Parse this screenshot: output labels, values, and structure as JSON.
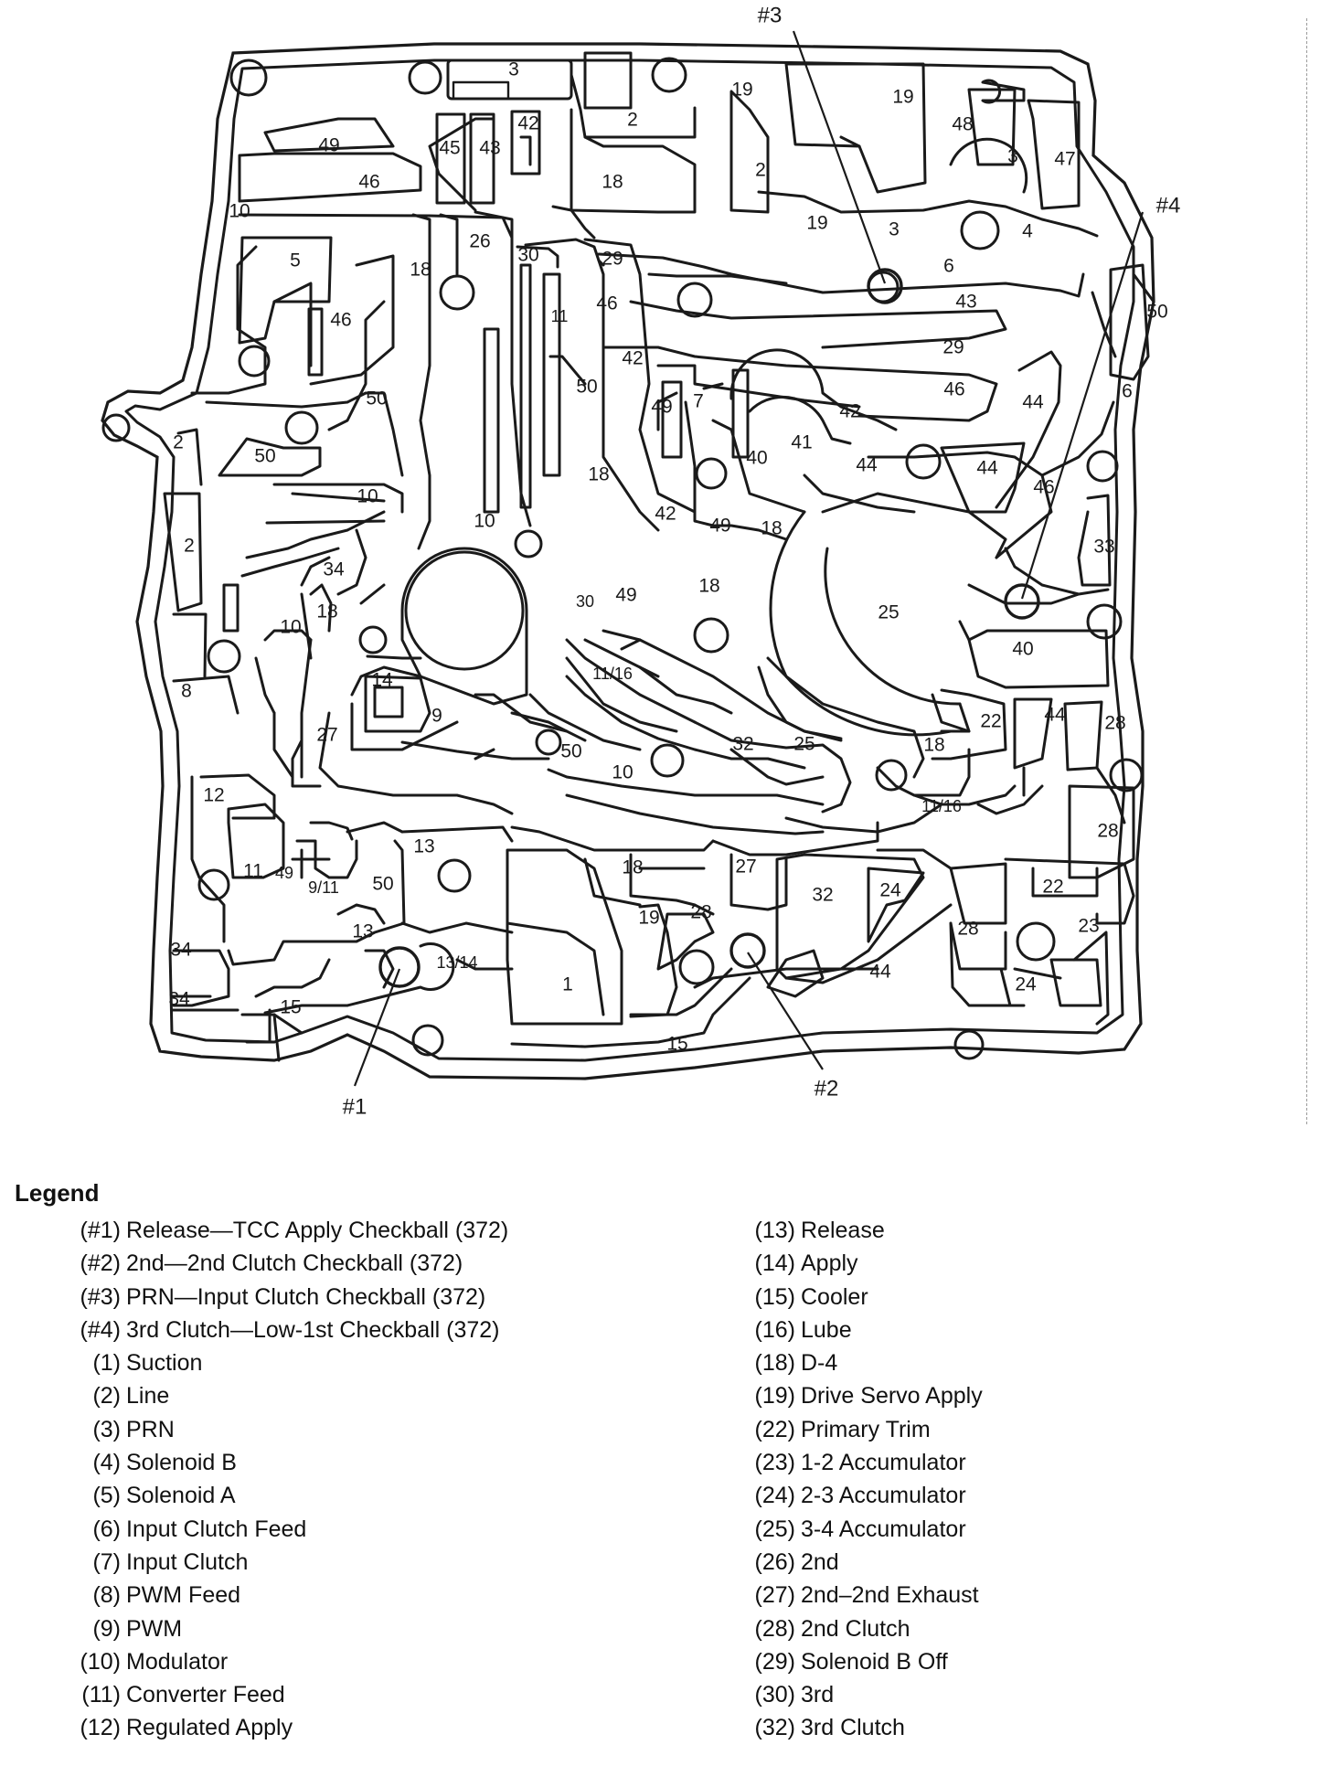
{
  "diagram": {
    "checkballs": [
      {
        "id": "cb1",
        "label": "#1"
      },
      {
        "id": "cb2",
        "label": "#2"
      },
      {
        "id": "cb3",
        "label": "#3"
      },
      {
        "id": "cb4",
        "label": "#4"
      }
    ],
    "passages": [
      {
        "id": "p1",
        "text": "3"
      },
      {
        "id": "p2",
        "text": "2"
      },
      {
        "id": "p3",
        "text": "19"
      },
      {
        "id": "p4",
        "text": "19"
      },
      {
        "id": "p5",
        "text": "48"
      },
      {
        "id": "p6",
        "text": "3"
      },
      {
        "id": "p7",
        "text": "47"
      },
      {
        "id": "p8",
        "text": "49"
      },
      {
        "id": "p9",
        "text": "45"
      },
      {
        "id": "p10",
        "text": "43"
      },
      {
        "id": "p11",
        "text": "42"
      },
      {
        "id": "p12",
        "text": "2"
      },
      {
        "id": "p13",
        "text": "46"
      },
      {
        "id": "p14",
        "text": "18"
      },
      {
        "id": "p15",
        "text": "10"
      },
      {
        "id": "p16",
        "text": "19"
      },
      {
        "id": "p17",
        "text": "3"
      },
      {
        "id": "p18",
        "text": "4"
      },
      {
        "id": "p19",
        "text": "5"
      },
      {
        "id": "p20",
        "text": "18"
      },
      {
        "id": "p21",
        "text": "26"
      },
      {
        "id": "p22",
        "text": "30"
      },
      {
        "id": "p23",
        "text": "29"
      },
      {
        "id": "p24",
        "text": "6"
      },
      {
        "id": "p25",
        "text": "43"
      },
      {
        "id": "p26",
        "text": "50"
      },
      {
        "id": "p27",
        "text": "46"
      },
      {
        "id": "p28",
        "text": "11"
      },
      {
        "id": "p29",
        "text": "46"
      },
      {
        "id": "p30",
        "text": "29"
      },
      {
        "id": "p31",
        "text": "42"
      },
      {
        "id": "p32",
        "text": "46"
      },
      {
        "id": "p33",
        "text": "6"
      },
      {
        "id": "p34",
        "text": "50"
      },
      {
        "id": "p35",
        "text": "50"
      },
      {
        "id": "p36",
        "text": "49"
      },
      {
        "id": "p37",
        "text": "7"
      },
      {
        "id": "p38",
        "text": "42"
      },
      {
        "id": "p39",
        "text": "44"
      },
      {
        "id": "p40",
        "text": "2"
      },
      {
        "id": "p41",
        "text": "50"
      },
      {
        "id": "p42",
        "text": "41"
      },
      {
        "id": "p43",
        "text": "40"
      },
      {
        "id": "p44",
        "text": "44"
      },
      {
        "id": "p45",
        "text": "44"
      },
      {
        "id": "p46",
        "text": "18"
      },
      {
        "id": "p47",
        "text": "46"
      },
      {
        "id": "p48",
        "text": "10"
      },
      {
        "id": "p49",
        "text": "42"
      },
      {
        "id": "p50",
        "text": "49"
      },
      {
        "id": "p51",
        "text": "18"
      },
      {
        "id": "p52",
        "text": "2"
      },
      {
        "id": "p53",
        "text": "10"
      },
      {
        "id": "p54",
        "text": "34"
      },
      {
        "id": "p55",
        "text": "33"
      },
      {
        "id": "p56",
        "text": "18"
      },
      {
        "id": "p57",
        "text": "30"
      },
      {
        "id": "p58",
        "text": "49"
      },
      {
        "id": "p59",
        "text": "25"
      },
      {
        "id": "p60",
        "text": "10"
      },
      {
        "id": "p61",
        "text": "18"
      },
      {
        "id": "p62",
        "text": "40"
      },
      {
        "id": "p63",
        "text": "8"
      },
      {
        "id": "p64",
        "text": "14"
      },
      {
        "id": "p65",
        "text": "11/16"
      },
      {
        "id": "p66",
        "text": "9"
      },
      {
        "id": "p67",
        "text": "27"
      },
      {
        "id": "p68",
        "text": "22"
      },
      {
        "id": "p69",
        "text": "44"
      },
      {
        "id": "p70",
        "text": "28"
      },
      {
        "id": "p71",
        "text": "32"
      },
      {
        "id": "p72",
        "text": "25"
      },
      {
        "id": "p73",
        "text": "18"
      },
      {
        "id": "p74",
        "text": "50"
      },
      {
        "id": "p75",
        "text": "10"
      },
      {
        "id": "p76",
        "text": "11/16"
      },
      {
        "id": "p77",
        "text": "12"
      },
      {
        "id": "p78",
        "text": "28"
      },
      {
        "id": "p79",
        "text": "13"
      },
      {
        "id": "p80",
        "text": "11"
      },
      {
        "id": "p81",
        "text": "49"
      },
      {
        "id": "p82",
        "text": "9/11"
      },
      {
        "id": "p83",
        "text": "50"
      },
      {
        "id": "p84",
        "text": "18"
      },
      {
        "id": "p85",
        "text": "27"
      },
      {
        "id": "p86",
        "text": "32"
      },
      {
        "id": "p87",
        "text": "24"
      },
      {
        "id": "p88",
        "text": "22"
      },
      {
        "id": "p89",
        "text": "13"
      },
      {
        "id": "p90",
        "text": "19"
      },
      {
        "id": "p91",
        "text": "28"
      },
      {
        "id": "p92",
        "text": "28"
      },
      {
        "id": "p93",
        "text": "23"
      },
      {
        "id": "p94",
        "text": "34"
      },
      {
        "id": "p95",
        "text": "13/14"
      },
      {
        "id": "p96",
        "text": "1"
      },
      {
        "id": "p97",
        "text": "44"
      },
      {
        "id": "p98",
        "text": "34"
      },
      {
        "id": "p99",
        "text": "24"
      },
      {
        "id": "p100",
        "text": "15"
      },
      {
        "id": "p101",
        "text": "15"
      }
    ]
  },
  "legend": {
    "title": "Legend",
    "left": [
      {
        "key": "(#1)",
        "text": "Release—TCC Apply Checkball (372)"
      },
      {
        "key": "(#2)",
        "text": "2nd—2nd Clutch Checkball (372)"
      },
      {
        "key": "(#3)",
        "text": "PRN—Input Clutch Checkball (372)"
      },
      {
        "key": "(#4)",
        "text": "3rd Clutch—Low-1st Checkball (372)"
      },
      {
        "key": "(1)",
        "text": "Suction"
      },
      {
        "key": "(2)",
        "text": "Line"
      },
      {
        "key": "(3)",
        "text": "PRN"
      },
      {
        "key": "(4)",
        "text": "Solenoid B"
      },
      {
        "key": "(5)",
        "text": "Solenoid A"
      },
      {
        "key": "(6)",
        "text": "Input Clutch Feed"
      },
      {
        "key": "(7)",
        "text": "Input Clutch"
      },
      {
        "key": "(8)",
        "text": "PWM Feed"
      },
      {
        "key": "(9)",
        "text": "PWM"
      },
      {
        "key": "(10)",
        "text": "Modulator"
      },
      {
        "key": "(11)",
        "text": "Converter Feed"
      },
      {
        "key": "(12)",
        "text": "Regulated Apply"
      }
    ],
    "right": [
      {
        "key": "(13)",
        "text": "Release"
      },
      {
        "key": "(14)",
        "text": "Apply"
      },
      {
        "key": "(15)",
        "text": "Cooler"
      },
      {
        "key": "(16)",
        "text": "Lube"
      },
      {
        "key": "(18)",
        "text": "D-4"
      },
      {
        "key": "(19)",
        "text": "Drive Servo Apply"
      },
      {
        "key": "(22)",
        "text": "Primary Trim"
      },
      {
        "key": "(23)",
        "text": "1-2 Accumulator"
      },
      {
        "key": "(24)",
        "text": "2-3 Accumulator"
      },
      {
        "key": "(25)",
        "text": "3-4 Accumulator"
      },
      {
        "key": "(26)",
        "text": "2nd"
      },
      {
        "key": "(27)",
        "text": "2nd–2nd Exhaust"
      },
      {
        "key": "(28)",
        "text": "2nd Clutch"
      },
      {
        "key": "(29)",
        "text": "Solenoid B Off"
      },
      {
        "key": "(30)",
        "text": "3rd"
      },
      {
        "key": "(32)",
        "text": "3rd Clutch"
      }
    ]
  }
}
